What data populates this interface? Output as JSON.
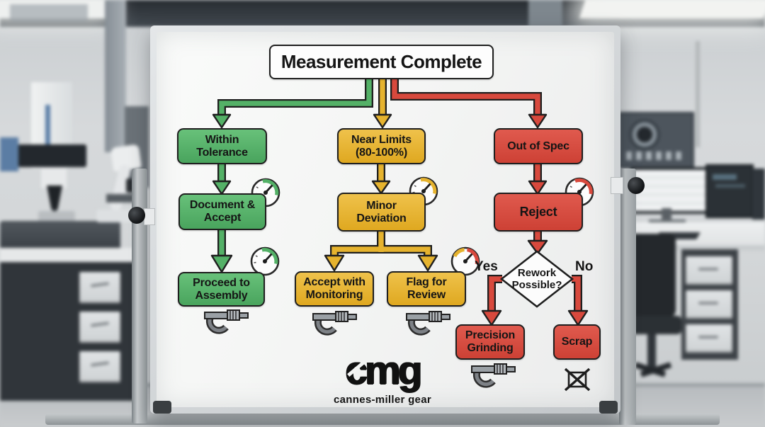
{
  "flowchart": {
    "title": "Measurement Complete",
    "nodes": {
      "within_tolerance": "Within Tolerance",
      "document_accept": "Document & Accept",
      "proceed_assembly": "Proceed to Assembly",
      "near_limits": "Near Limits (80-100%)",
      "minor_deviation": "Minor Deviation",
      "accept_monitoring": "Accept with Monitoring",
      "flag_review": "Flag for Review",
      "out_of_spec": "Out of Spec",
      "reject": "Reject",
      "precision_grinding": "Precision Grinding",
      "scrap": "Scrap"
    },
    "decision": {
      "label": "Rework Possible?",
      "yes_label": "Yes",
      "no_label": "No"
    },
    "edges": [
      [
        "Measurement Complete",
        "Within Tolerance"
      ],
      [
        "Measurement Complete",
        "Near Limits (80-100%)"
      ],
      [
        "Measurement Complete",
        "Out of Spec"
      ],
      [
        "Within Tolerance",
        "Document & Accept"
      ],
      [
        "Document & Accept",
        "Proceed to Assembly"
      ],
      [
        "Near Limits (80-100%)",
        "Minor Deviation"
      ],
      [
        "Minor Deviation",
        "Accept with Monitoring"
      ],
      [
        "Minor Deviation",
        "Flag for Review"
      ],
      [
        "Out of Spec",
        "Reject"
      ],
      [
        "Reject",
        "Rework Possible?"
      ],
      [
        "Rework Possible? [Yes]",
        "Precision Grinding"
      ],
      [
        "Rework Possible? [No]",
        "Scrap"
      ]
    ],
    "colors": {
      "green": "#54b167",
      "yellow": "#e6b32e",
      "red": "#d8493d",
      "ink": "#1f1f1f",
      "board": "#f5f6f5"
    },
    "icons": [
      "dial-gauge-icon",
      "micrometer-icon",
      "crossed-out-box-icon"
    ]
  },
  "logo": {
    "text": "cmg",
    "subtitle": "cannes-miller gear"
  }
}
